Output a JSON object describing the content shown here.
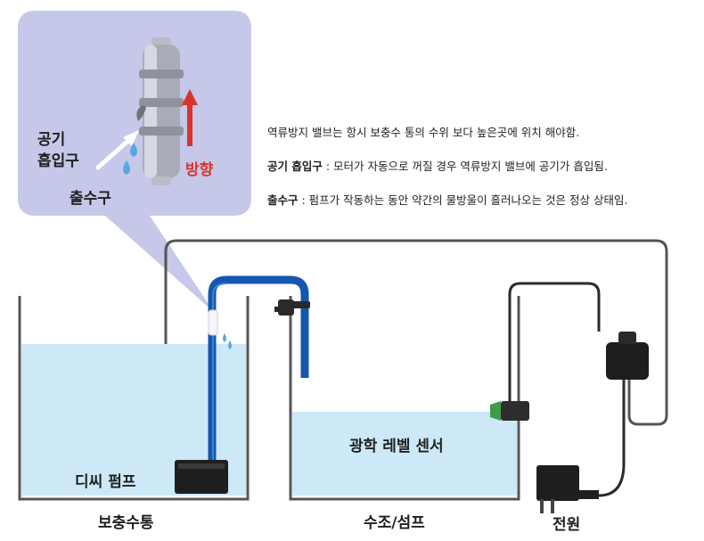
{
  "inset": {
    "air_inlet_line1": "공기",
    "air_inlet_line2": "흡입구",
    "outlet": "출수구",
    "direction": "방향"
  },
  "notes": {
    "line1": "역류방지 밸브는 항시 보충수 통의 수위 보다 높은곳에 위치 해야함.",
    "line2_term": "공기 흡입구",
    "line2_text": " : 모터가 자동으로 꺼질 경우 역류방지 밸브에 공기가 흡입됨.",
    "line3_term": "출수구",
    "line3_text": " :  펌프가 작동하는 동안 약간의 물방울이 흘러나오는 것은 정상 상태임."
  },
  "labels": {
    "dc_pump": "디씨 펌프",
    "optical_sensor": "광학 레벨 센서",
    "reservoir": "보충수통",
    "sump": "수조/섬프",
    "power": "전원"
  },
  "colors": {
    "inset_bg": "#c5c8e8",
    "water": "#cde8f6",
    "tank_wall": "#555555",
    "tube": "#1557b0",
    "arrow": "#d9332b",
    "sensor_tip": "#3d9b4a"
  }
}
